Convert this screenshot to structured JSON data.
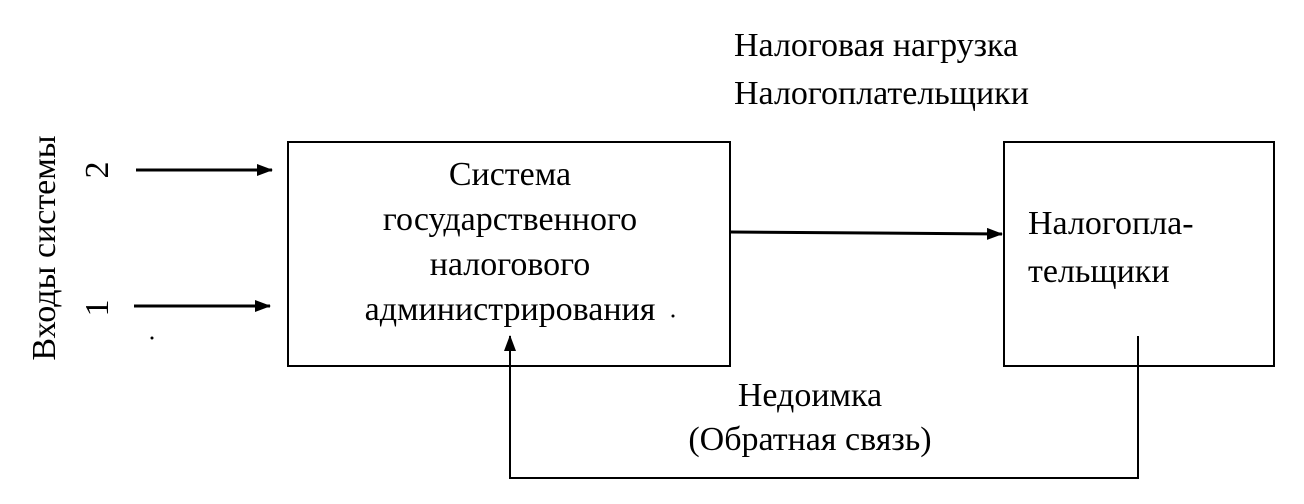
{
  "labels": {
    "top_line1": "Налоговая  нагрузка",
    "top_line2": "Налогоплательщики",
    "main_box_line1": "Система",
    "main_box_line2": "государственного",
    "main_box_line3": "налогового",
    "main_box_line4": "администрирования",
    "right_box_line1": "Налогопла-",
    "right_box_line2": "тельщики",
    "feedback_line1": "Недоимка",
    "feedback_line2": "(Обратная связь)",
    "inputs_label": "Входы системы",
    "input_2": "2",
    "input_1": "1"
  },
  "colors": {
    "stroke": "#000000",
    "background": "#ffffff"
  }
}
